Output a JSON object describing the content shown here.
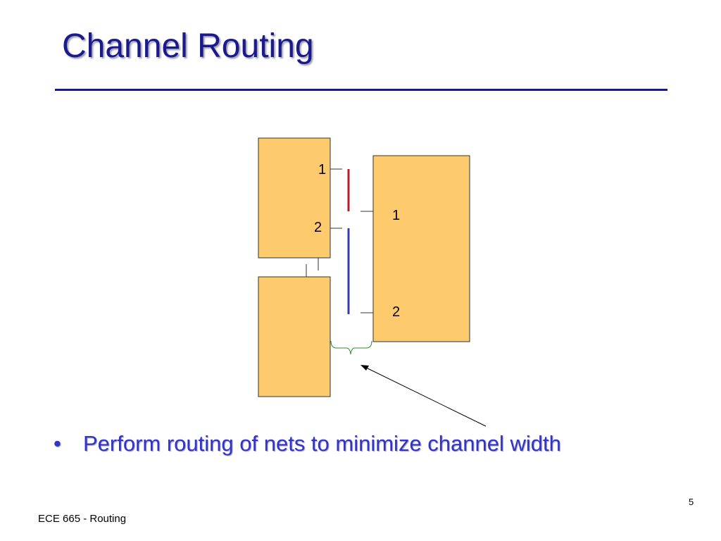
{
  "slide": {
    "title": "Channel Routing",
    "bullet_marker": "•",
    "bullet_text": "Perform routing of nets to minimize channel width",
    "footer": "ECE 665 - Routing",
    "page_number": "5"
  },
  "diagram": {
    "left_top_block_pins": [
      "1",
      "2"
    ],
    "right_block_pins": [
      "1",
      "2"
    ],
    "colors": {
      "block_fill": "#FDCB6E",
      "block_stroke": "#333333",
      "net1": "#C0182A",
      "net2": "#3A3AB8",
      "brace": "#2E8B2E",
      "arrow": "#000000"
    }
  }
}
